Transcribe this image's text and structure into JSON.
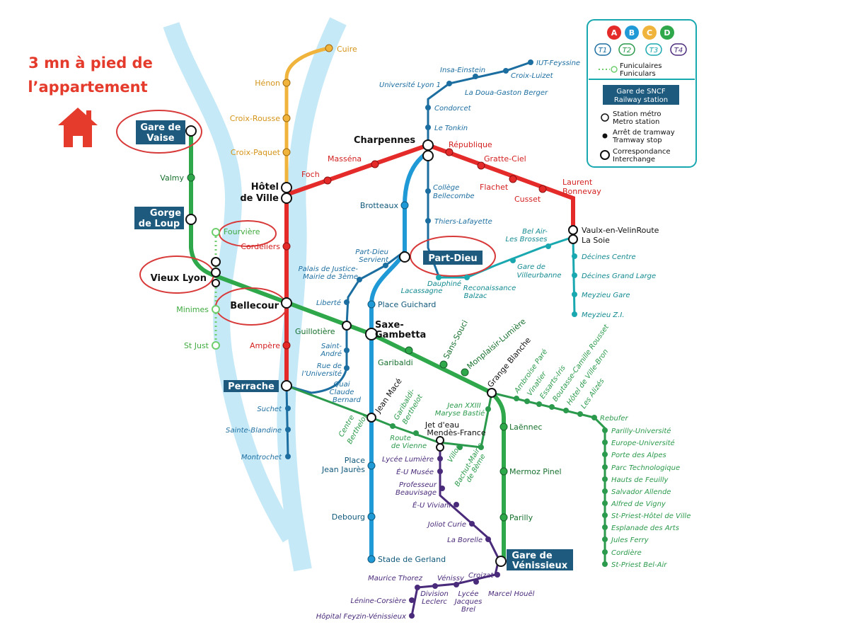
{
  "annotation": {
    "line1": "3 mn à pied de",
    "line2": "l’appartement",
    "color": "#e53b2c"
  },
  "colors": {
    "river": "#c6e9f8",
    "metro_a": "#e52a2a",
    "metro_b": "#1f9ad6",
    "metro_c": "#f0b43c",
    "metro_d": "#2ea84a",
    "tram": "#1c6ea0",
    "tram_t2": "#2b9a4c",
    "tram_t3": "#1aa8b0",
    "tram_t4": "#4a2a7a",
    "funicular": "#6fcf6f",
    "label_box": "#1d5a7e",
    "circle": "#d83a3a"
  },
  "legend": {
    "metro_lines": [
      "A",
      "B",
      "C",
      "D"
    ],
    "tram_lines": [
      "T1",
      "T2",
      "T3",
      "T4"
    ],
    "funicular_fr": "Funiculaires",
    "funicular_en": "Funiculars",
    "railway_fr": "Gare de SNCF",
    "railway_en": "Railway station",
    "metro_station_fr": "Station métro",
    "metro_station_en": "Metro station",
    "tram_stop_fr": "Arrêt de tramway",
    "tram_stop_en": "Tramway stop",
    "interchange_fr": "Correspondance",
    "interchange_en": "Interchange"
  },
  "stations": {
    "cuire": "Cuire",
    "henon": "Hénon",
    "croix_rousse": "Croix-Rousse",
    "croix_paquet": "Croix-Paquet",
    "hotel_de_ville_1": "Hôtel",
    "hotel_de_ville_2": "de Ville",
    "foch": "Foch",
    "massena": "Masséna",
    "charpennes": "Charpennes",
    "republique": "République",
    "gratte_ciel": "Gratte-Ciel",
    "flachet": "Flachet",
    "cusset": "Cusset",
    "laurent_1": "Laurent",
    "laurent_2": "Bonnevay",
    "vaulx_1": "Vaulx-en-VelinRoute",
    "vaulx_2": "La Soie",
    "cordeliers": "Cordeliers",
    "fourviere": "Fourvière",
    "bellecour": "Bellecour",
    "ampere": "Ampère",
    "perrache": "Perrache",
    "gare_de_vaise_1": "Gare de",
    "gare_de_vaise_2": "Vaise",
    "valmy": "Valmy",
    "gorge_1": "Gorge",
    "gorge_2": "de Loup",
    "vieux_lyon": "Vieux Lyon",
    "minimes": "Minimes",
    "st_just": "St Just",
    "guillotiere": "Guillotière",
    "saxe_1": "Saxe-",
    "saxe_2": "Gambetta",
    "garibaldi": "Garibaldi",
    "sans_souci": "Sans-Souci",
    "monplaisir": "Monplaisir-Lumière",
    "grange_blanche": "Grange Blanche",
    "laennec": "Laënnec",
    "mermoz": "Mermoz Pinel",
    "parilly": "Parilly",
    "gare_venissieux_1": "Gare de",
    "gare_venissieux_2": "Vénissieux",
    "brotteaux": "Brotteaux",
    "part_dieu": "Part-Dieu",
    "place_guichard": "Place Guichard",
    "jean_mace": "Jean Macé",
    "place_jean_jaures_1": "Place",
    "place_jean_jaures_2": "Jean Jaurès",
    "debourg": "Debourg",
    "stade_de_gerland": "Stade de Gerland",
    "iut_feyssine": "IUT-Feyssine",
    "insa_einstein": "Insa-Einstein",
    "croix_luizet": "Croix-Luizet",
    "universite_lyon1": "Université Lyon 1",
    "la_doua": "La Doua-Gaston Berger",
    "condorcet": "Condorcet",
    "le_tonkin": "Le Tonkin",
    "college_1": "Collège",
    "college_2": "Bellecombe",
    "thiers": "Thiers-Lafayette",
    "part_dieu_servient_1": "Part-Dieu",
    "part_dieu_servient_2": "Servient",
    "palais_1": "Palais de Justice-",
    "palais_2": "Mairie de 3ème",
    "liberte": "Liberté",
    "saint_andre_1": "Saint-",
    "saint_andre_2": "André",
    "rue_univ_1": "Rue de",
    "rue_univ_2": "l’Université",
    "quai_1": "Quai",
    "quai_2": "Claude",
    "quai_3": "Bernard",
    "suchet": "Suchet",
    "sainte_blandine": "Sainte-Blandine",
    "montrochet": "Montrochet",
    "dauphine_1": "Dauphiné",
    "dauphine_2": "Lacassagne",
    "reconaissance_1": "Reconaissance",
    "reconaissance_2": "Balzac",
    "gare_villeurbanne_1": "Gare de",
    "gare_villeurbanne_2": "Villeurbanne",
    "bel_air_1": "Bel Air-",
    "bel_air_2": "Les Brosses",
    "decines_centre": "Décines Centre",
    "decines_grand_large": "Décines Grand Large",
    "meyzieu_gare": "Meyzieu Gare",
    "meyzieu_zi": "Meyzieu Z.I.",
    "centre_berthelot_1": "Centre",
    "centre_berthelot_2": "Berthelot",
    "garibaldi_berthelot_1": "Garibaldi-",
    "garibaldi_berthelot_2": "Berthelot",
    "route_de_vienne_1": "Route",
    "route_de_vienne_2": "de Vienne",
    "jet_deau_1": "Jet d'eau",
    "jet_deau_2": "Mendès-France",
    "jean_xxiii_1": "Jean XXIII",
    "jean_xxiii_2": "Maryse Bastié",
    "villon": "Villon",
    "bachut_1": "Bachut-Mairie",
    "bachut_2": "de 8ème",
    "ambroise_pare": "Ambroise Paré",
    "vinatier": "Vinatier",
    "essarts_iris": "Essarts-Iris",
    "boutasse": "Boutasse-Camille Rousset",
    "hotel_ville_bron": "Hôtel de Ville-Bron",
    "les_alizes": "Les Alizés",
    "rebufer": "Rebufer",
    "parilly_universite": "Parilly-Université",
    "europe_universite": "Europe-Université",
    "porte_des_alpes": "Porte des Alpes",
    "parc_techno": "Parc Technologique",
    "hauts_de_feuilly": "Hauts de Feuilly",
    "salvador_allende": "Salvador Allende",
    "alfred_de_vigny": "Alfred de Vigny",
    "st_priest_hdv": "St-Priest-Hôtel de Ville",
    "esplanade": "Esplanade des Arts",
    "jules_ferry": "Jules Ferry",
    "cordiere": "Cordière",
    "st_priest_bel_air": "St-Priest Bel-Air",
    "lycee_lumiere": "Lycée Lumière",
    "eu_musee": "É-U Musée",
    "professeur_1": "Professeur",
    "professeur_2": "Beauvisage",
    "eu_viviani": "É-U Viviani",
    "joliot_curie": "Joliot Curie",
    "la_borelle": "La Borelle",
    "croizat": "Croizat",
    "venissy": "Vénissy",
    "maurice_thorez": "Maurice Thorez",
    "division_1": "Division",
    "division_2": "Leclerc",
    "lycee_jb_1": "Lycée",
    "lycee_jb_2": "Jacques",
    "lycee_jb_3": "Brel",
    "marcel_houel": "Marcel Houël",
    "lenine": "Lénine-Corsière",
    "hopital_feyzin": "Hôpital Feyzin-Vénissieux"
  }
}
